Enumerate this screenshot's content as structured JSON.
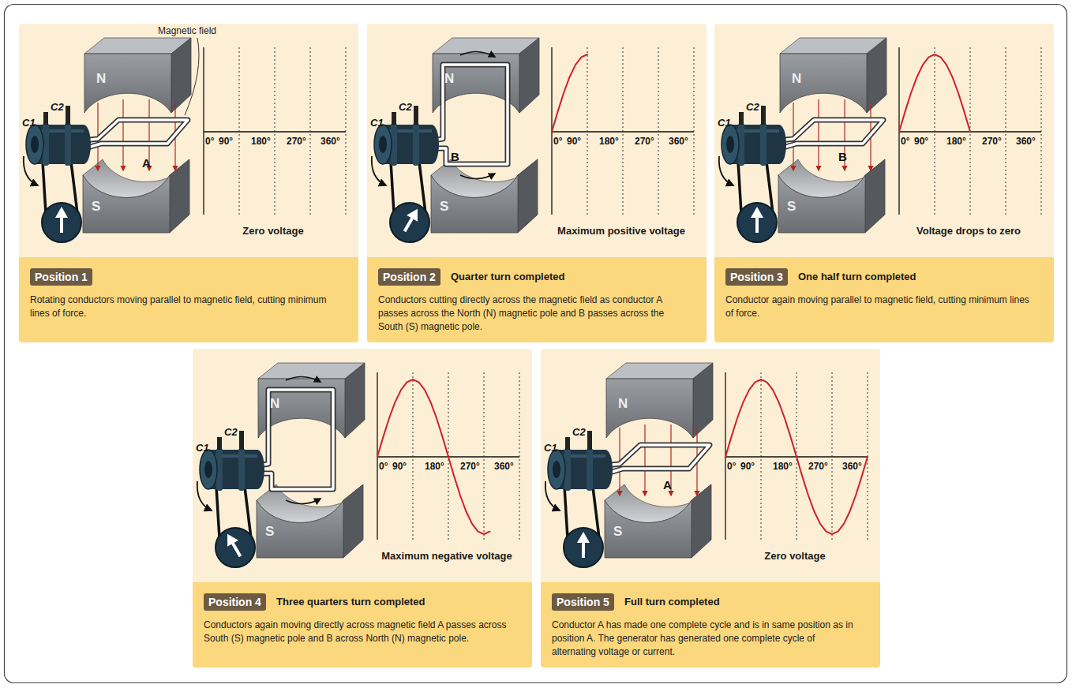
{
  "diagram": {
    "nodes": [
      {
        "text": [
          "Zero voltage"
        ]
      },
      {
        "text": [
          "Rotating conductors moving parallel to magnetic field, cutting minimum lines of force."
        ],
        "in": 0
      },
      {
        "text": [
          "Position 1"
        ],
        "in": 1
      },
      {
        "text": [
          "Maximum positive voltage"
        ]
      },
      {
        "text": [
          "Quarter turn completed",
          "Conductors cutting directly across the magnetic field as conductor A passes across the North (N) magnetic pole and B passes across the South (S) magnetic pole."
        ],
        "in": 3
      },
      {
        "text": [
          "Position 2"
        ],
        "in": 4
      },
      {
        "text": [
          "Voltage drops to zero"
        ]
      },
      {
        "text": [
          "One half turn completed",
          "Conductor again moving parallel to magnetic field, cutting minimum lines of force."
        ],
        "in": 6
      },
      {
        "text": [
          "Position 3"
        ],
        "in": 7
      },
      {
        "text": [
          "Maximum negative voltage"
        ]
      },
      {
        "text": [
          "Three quarters turn completed",
          "Conductors again moving directly across magnetic field A passes across South (S) magnetic pole and B across North (N) magnetic pole."
        ],
        "in": 9
      },
      {
        "text": [
          "Position 4"
        ],
        "in": 10
      },
      {
        "text": [
          "Zero voltage"
        ]
      },
      {
        "text": [
          "Full turn completed",
          "Conductor A has made one complete cycle and is in same position as in position A. The generator has generated one complete cycle of alternating voltage or current."
        ],
        "in": 12
      },
      {
        "text": [
          "Position 5"
        ],
        "in": 13
      }
    ],
    "labels": [
      "Magnetic field",
      "N",
      "S",
      "C1",
      "C2",
      "A",
      "0°",
      "90°",
      "180°",
      "270°",
      "360°",
      "N",
      "S",
      "C1",
      "C2",
      "B",
      "0°",
      "90°",
      "180°",
      "270°",
      "360°",
      "N",
      "S",
      "C1",
      "C2",
      "B",
      "0°",
      "90°",
      "180°",
      "270°",
      "360°",
      "N",
      "S",
      "C1",
      "C2",
      "0°",
      "90°",
      "180°",
      "270°",
      "360°",
      "N",
      "S",
      "C1",
      "C2",
      "A",
      "0°",
      "90°",
      "180°",
      "270°",
      "360°"
    ]
  }
}
